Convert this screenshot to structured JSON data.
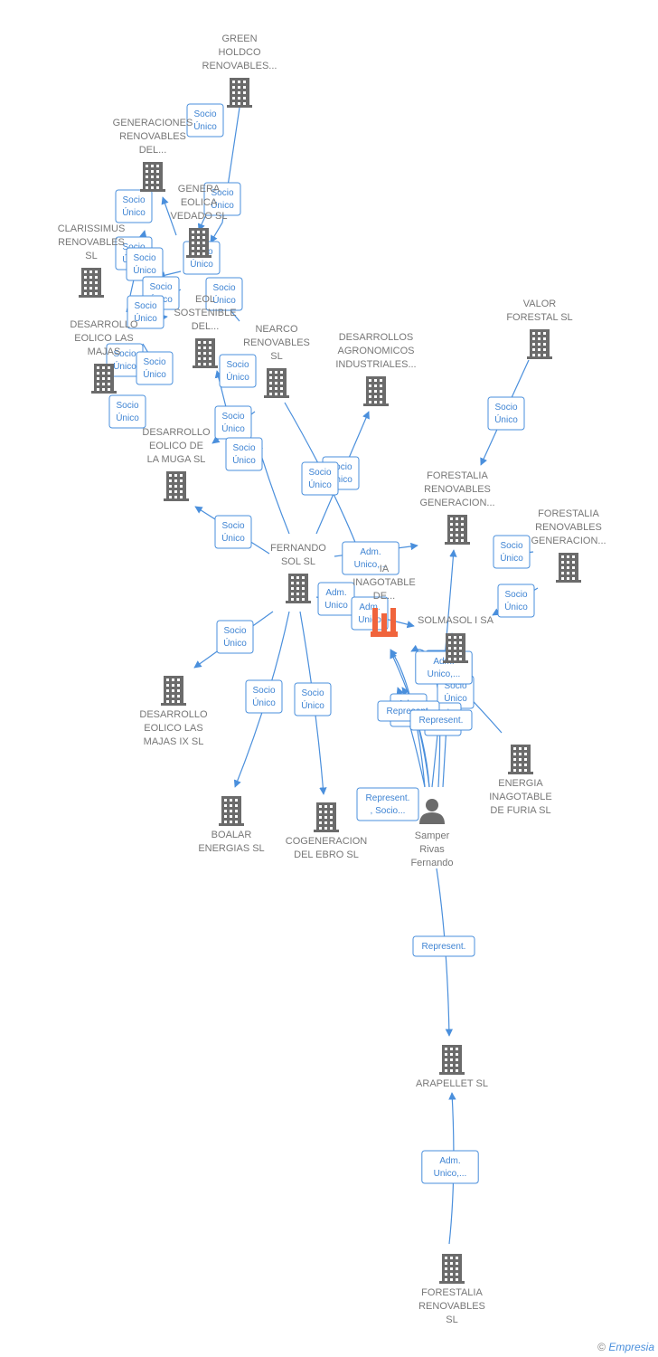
{
  "nodes": [
    {
      "id": "green",
      "lines": [
        "GREEN",
        "HOLDCO",
        "RENOVABLES..."
      ],
      "type": "company"
    },
    {
      "id": "gen1",
      "lines": [
        "GENERACIONES",
        "RENOVABLES",
        "DEL..."
      ],
      "type": "company"
    },
    {
      "id": "gen2",
      "lines": [
        "GENERA",
        "EOLICA",
        "VEDADO SL"
      ],
      "type": "company"
    },
    {
      "id": "clar",
      "lines": [
        "CLARISSIMUS",
        "RENOVABLES",
        "SL"
      ],
      "type": "company"
    },
    {
      "id": "eol",
      "lines": [
        "EOL",
        "SOSTENIBLE",
        "DEL..."
      ],
      "type": "company"
    },
    {
      "id": "dmajas",
      "lines": [
        "DESARROLLO",
        "EOLICO LAS",
        "MAJAS"
      ],
      "type": "company"
    },
    {
      "id": "nearco",
      "lines": [
        "NEARCO",
        "RENOVABLES",
        "SL"
      ],
      "type": "company"
    },
    {
      "id": "dagro",
      "lines": [
        "DESARROLLOS",
        "AGRONOMICOS",
        "INDUSTRIALES..."
      ],
      "type": "company"
    },
    {
      "id": "valor",
      "lines": [
        "VALOR",
        "FORESTAL SL"
      ],
      "type": "company"
    },
    {
      "id": "dmuga",
      "lines": [
        "DESARROLLO",
        "EOLICO DE",
        "LA MUGA SL"
      ],
      "type": "company"
    },
    {
      "id": "frg1",
      "lines": [
        "FORESTALIA",
        "RENOVABLES",
        "GENERACION..."
      ],
      "type": "company"
    },
    {
      "id": "frg2",
      "lines": [
        "FORESTALIA",
        "RENOVABLES",
        "GENERACION..."
      ],
      "type": "company"
    },
    {
      "id": "fsol",
      "lines": [
        "FERNANDO",
        "SOL SL"
      ],
      "type": "company"
    },
    {
      "id": "main",
      "lines": [
        "IA",
        "INAGOTABLE",
        "DE..."
      ],
      "type": "main"
    },
    {
      "id": "solmasol",
      "lines": [
        "SOLMASOL I SA"
      ],
      "type": "company"
    },
    {
      "id": "dmajas9",
      "lines": [
        "DESARROLLO",
        "EOLICO LAS",
        "MAJAS IX  SL"
      ],
      "type": "company"
    },
    {
      "id": "furia",
      "lines": [
        "ENERGIA",
        "INAGOTABLE",
        "DE FURIA  SL"
      ],
      "type": "company"
    },
    {
      "id": "boalar",
      "lines": [
        "BOALAR",
        "ENERGIAS  SL"
      ],
      "type": "company"
    },
    {
      "id": "cogen",
      "lines": [
        "COGENERACION",
        "DEL EBRO  SL"
      ],
      "type": "company"
    },
    {
      "id": "samper",
      "lines": [
        "Samper",
        "Rivas",
        "Fernando"
      ],
      "type": "person"
    },
    {
      "id": "arapellet",
      "lines": [
        "ARAPELLET  SL"
      ],
      "type": "company"
    },
    {
      "id": "frsl",
      "lines": [
        "FORESTALIA",
        "RENOVABLES",
        "SL"
      ],
      "type": "company"
    }
  ],
  "edges": [
    {
      "lines": [
        "Socio",
        "Único"
      ]
    },
    {
      "lines": [
        "Socio",
        "Único"
      ]
    },
    {
      "lines": [
        "Socio",
        "Único"
      ]
    },
    {
      "lines": [
        "Socio",
        "Único"
      ]
    },
    {
      "lines": [
        "Socio",
        "Único"
      ]
    },
    {
      "lines": [
        "Socio",
        "Único"
      ]
    },
    {
      "lines": [
        "Socio",
        "Único"
      ]
    },
    {
      "lines": [
        "Socio",
        "Único"
      ]
    },
    {
      "lines": [
        "Socio",
        "Único"
      ]
    },
    {
      "lines": [
        "Socio",
        "Único"
      ]
    },
    {
      "lines": [
        "Socio",
        "Único"
      ]
    },
    {
      "lines": [
        "Socio",
        "Único"
      ]
    },
    {
      "lines": [
        "Socio",
        "Único"
      ]
    },
    {
      "lines": [
        "Socio",
        "Único"
      ]
    },
    {
      "lines": [
        "Socio",
        "Único"
      ]
    },
    {
      "lines": [
        "Socio",
        "Único"
      ]
    },
    {
      "lines": [
        "Socio",
        "Único"
      ]
    },
    {
      "lines": [
        "Socio",
        "Único"
      ]
    },
    {
      "lines": [
        "Socio",
        "Único"
      ]
    },
    {
      "lines": [
        "Socio",
        "Único"
      ]
    },
    {
      "lines": [
        "Socio",
        "Único"
      ]
    },
    {
      "lines": [
        "Socio",
        "Único"
      ]
    },
    {
      "lines": [
        "Socio",
        "Único"
      ]
    },
    {
      "lines": [
        "Socio",
        "Único"
      ]
    },
    {
      "lines": [
        "Adm.",
        "Unico,..."
      ]
    },
    {
      "lines": [
        "Adm.",
        "Unico"
      ]
    },
    {
      "lines": [
        "Adm.",
        "Unico"
      ]
    },
    {
      "lines": [
        "Socio",
        "Único"
      ]
    },
    {
      "lines": [
        "Socio",
        "Único"
      ]
    },
    {
      "lines": [
        "Adm.",
        "Unico,..."
      ]
    },
    {
      "lines": [
        "Adm.",
        "Unico"
      ]
    },
    {
      "lines": [
        "Socio",
        "Único"
      ]
    },
    {
      "lines": [
        "Represent."
      ]
    },
    {
      "lines": [
        "Represent."
      ]
    },
    {
      "lines": [
        "Represent.",
        ", Socio..."
      ]
    },
    {
      "lines": [
        "Represent."
      ]
    },
    {
      "lines": [
        "Adm.",
        "Unico,..."
      ]
    }
  ],
  "footer": {
    "copyright": "©",
    "brand": "Empresia"
  },
  "colors": {
    "edge": "#4a8fdc",
    "node": "#6b6b6b",
    "main": "#f0643c",
    "label": "#777777"
  },
  "icons": {
    "company": "building-icon",
    "main": "factory-icon",
    "person": "person-icon"
  }
}
